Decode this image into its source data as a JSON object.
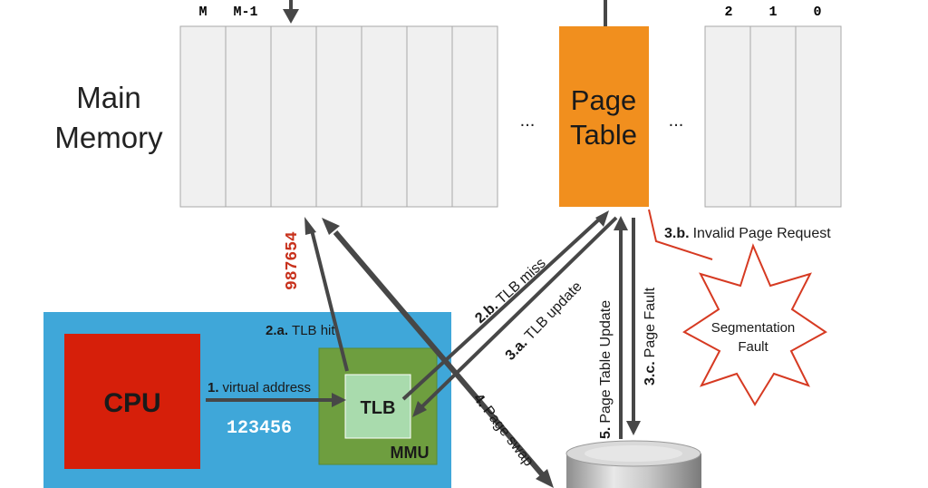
{
  "memory": {
    "label_line1": "Main",
    "label_line2": "Memory",
    "indices_left": [
      "M",
      "M-1"
    ],
    "indices_right": [
      "2",
      "1",
      "0"
    ],
    "ellipsis": "...",
    "physical_address": "987654"
  },
  "page_table": {
    "line1": "Page",
    "line2": "Table"
  },
  "mmu": {
    "label": "MMU"
  },
  "cpu": {
    "label": "CPU",
    "virtual_address": "123456"
  },
  "tlb": {
    "label": "TLB"
  },
  "segfault": {
    "line1": "Segmentation",
    "line2": "Fault"
  },
  "steps": {
    "s1": {
      "num": "1.",
      "text": "virtual address"
    },
    "s2a": {
      "num": "2.a.",
      "text": "TLB hit"
    },
    "s2b": {
      "num": "2.b.",
      "text": "TLB miss"
    },
    "s3a": {
      "num": "3.a.",
      "text": "TLB update"
    },
    "s3b": {
      "num": "3.b.",
      "text": "Invalid Page Request"
    },
    "s3c": {
      "num": "3.c.",
      "text": "Page Fault"
    },
    "s4": {
      "num": "4.",
      "text": "Page swap"
    },
    "s5": {
      "num": "5.",
      "text": "Page Table Update"
    }
  },
  "colors": {
    "mmu_bg": "#3fa7d9",
    "cpu": "#d61f0a",
    "mmu_green": "#6e9e3f",
    "tlb": "#a9dbad",
    "page_table": "#f18f1e",
    "memory_cell": "#f0f0f0",
    "red_text": "#c8321d",
    "arrow": "#474747"
  }
}
